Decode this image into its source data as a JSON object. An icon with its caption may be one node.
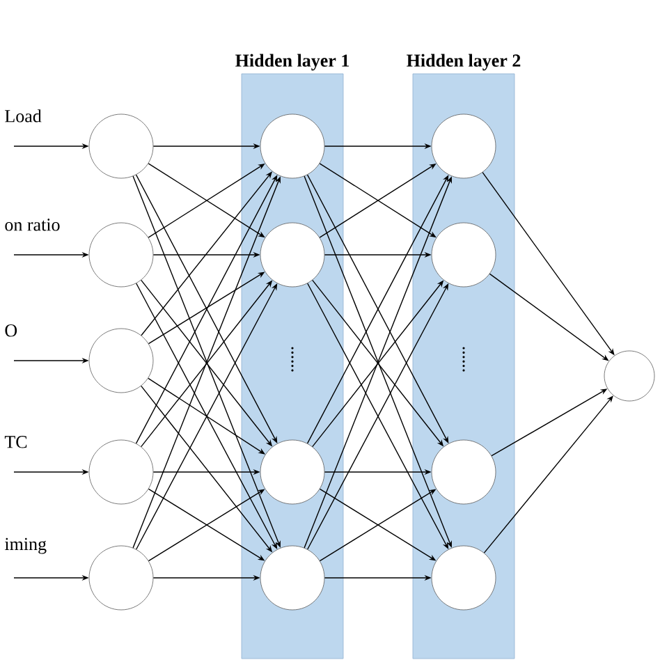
{
  "diagram": {
    "nodes": [
      {
        "text": [
          "Hidden layer 1"
        ]
      },
      {
        "text": [
          "Hidden layer 2"
        ]
      },
      {
        "text": [],
        "shape": "circle"
      },
      {
        "text": [],
        "shape": "circle"
      },
      {
        "text": [],
        "shape": "circle"
      },
      {
        "text": [],
        "shape": "circle"
      },
      {
        "text": [],
        "shape": "circle"
      },
      {
        "text": [],
        "shape": "circle",
        "in": 0
      },
      {
        "text": [],
        "shape": "circle",
        "in": 0
      },
      {
        "text": [],
        "shape": "circle",
        "in": 0
      },
      {
        "text": [],
        "shape": "circle",
        "in": 0
      },
      {
        "text": [],
        "shape": "circle",
        "in": 1
      },
      {
        "text": [],
        "shape": "circle",
        "in": 1
      },
      {
        "text": [],
        "shape": "circle",
        "in": 1
      },
      {
        "text": [],
        "shape": "circle",
        "in": 1
      },
      {
        "text": [],
        "shape": "circle"
      }
    ],
    "edges": [
      {
        "from": null,
        "to": 2,
        "arrow": "to"
      },
      {
        "from": null,
        "to": 3,
        "arrow": "to"
      },
      {
        "from": null,
        "to": 4,
        "arrow": "to"
      },
      {
        "from": null,
        "to": 5,
        "arrow": "to"
      },
      {
        "from": null,
        "to": 6,
        "arrow": "to"
      },
      {
        "from": 2,
        "to": 7,
        "arrow": "to"
      },
      {
        "from": 2,
        "to": 8,
        "arrow": "to"
      },
      {
        "from": 2,
        "to": 9,
        "arrow": "to"
      },
      {
        "from": 2,
        "to": 10,
        "arrow": "to"
      },
      {
        "from": 3,
        "to": 7,
        "arrow": "to"
      },
      {
        "from": 3,
        "to": 8,
        "arrow": "to"
      },
      {
        "from": 3,
        "to": 9,
        "arrow": "to"
      },
      {
        "from": 3,
        "to": 10,
        "arrow": "to"
      },
      {
        "from": 4,
        "to": 7,
        "arrow": "to"
      },
      {
        "from": 4,
        "to": 8,
        "arrow": "to"
      },
      {
        "from": 4,
        "to": 9,
        "arrow": "to"
      },
      {
        "from": 4,
        "to": 10,
        "arrow": "to"
      },
      {
        "from": 5,
        "to": 7,
        "arrow": "to"
      },
      {
        "from": 5,
        "to": 8,
        "arrow": "to"
      },
      {
        "from": 5,
        "to": 9,
        "arrow": "to"
      },
      {
        "from": 5,
        "to": 10,
        "arrow": "to"
      },
      {
        "from": 6,
        "to": 7,
        "arrow": "to"
      },
      {
        "from": 6,
        "to": 8,
        "arrow": "to"
      },
      {
        "from": 6,
        "to": 9,
        "arrow": "to"
      },
      {
        "from": 6,
        "to": 10,
        "arrow": "to"
      },
      {
        "from": 7,
        "to": 11,
        "arrow": "to"
      },
      {
        "from": 7,
        "to": 12,
        "arrow": "to"
      },
      {
        "from": 7,
        "to": 13,
        "arrow": "to"
      },
      {
        "from": 7,
        "to": 14,
        "arrow": "to"
      },
      {
        "from": 8,
        "to": 11,
        "arrow": "to"
      },
      {
        "from": 8,
        "to": 12,
        "arrow": "to"
      },
      {
        "from": 8,
        "to": 13,
        "arrow": "to"
      },
      {
        "from": 8,
        "to": 14,
        "arrow": "to"
      },
      {
        "from": 9,
        "to": 11,
        "arrow": "to"
      },
      {
        "from": 9,
        "to": 12,
        "arrow": "to"
      },
      {
        "from": 9,
        "to": 13,
        "arrow": "to"
      },
      {
        "from": 9,
        "to": 14,
        "arrow": "to"
      },
      {
        "from": 10,
        "to": 11,
        "arrow": "to"
      },
      {
        "from": 10,
        "to": 12,
        "arrow": "to"
      },
      {
        "from": 10,
        "to": 13,
        "arrow": "to"
      },
      {
        "from": 10,
        "to": 14,
        "arrow": "to"
      },
      {
        "from": 11,
        "to": 15,
        "arrow": "to"
      },
      {
        "from": 12,
        "to": 15,
        "arrow": "to"
      },
      {
        "from": 13,
        "to": 15,
        "arrow": "to"
      },
      {
        "from": 14,
        "to": 15,
        "arrow": "to"
      }
    ],
    "labels": [
      "Load",
      "on ratio",
      "O",
      "TC",
      "iming"
    ]
  }
}
